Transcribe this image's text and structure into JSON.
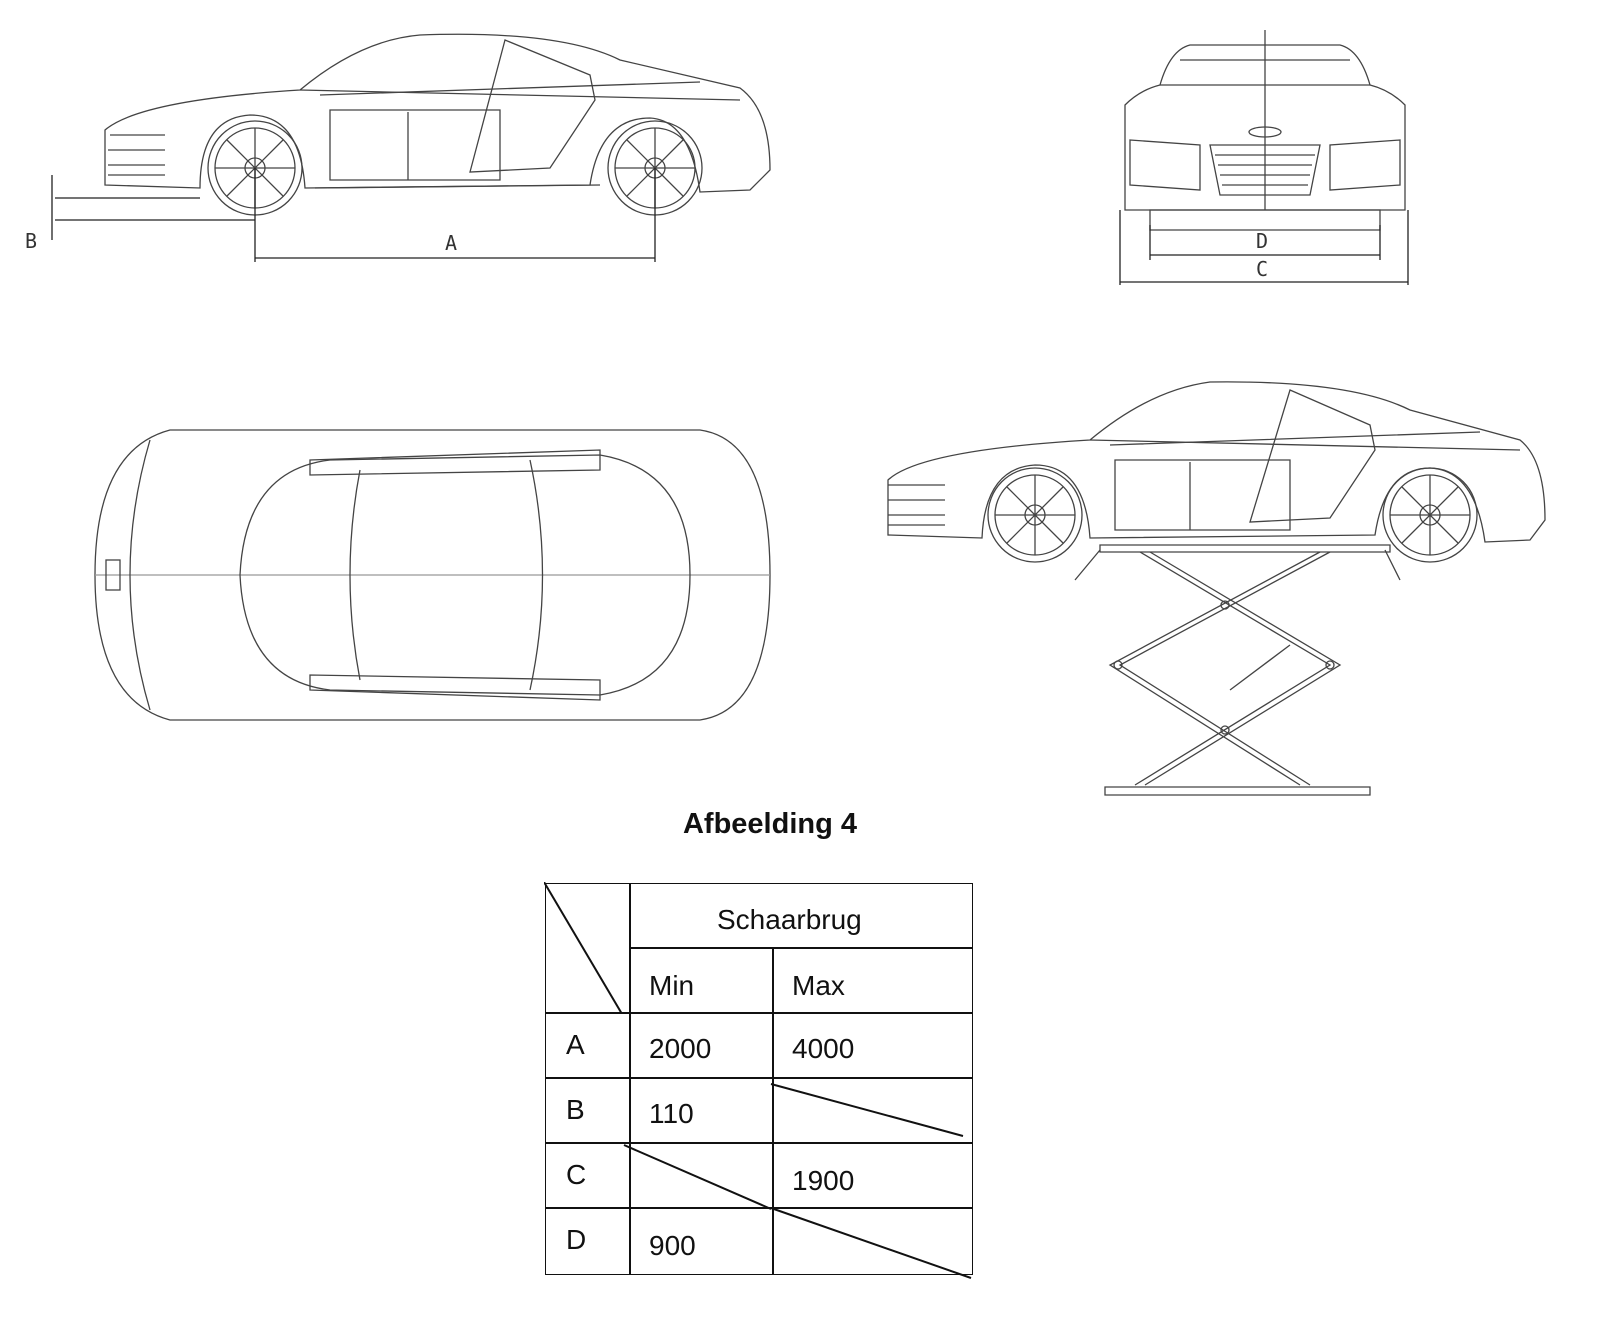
{
  "drawing": {
    "dimension_labels": {
      "a": "A",
      "b": "B",
      "c": "C",
      "d": "D"
    },
    "caption": "Afbeelding 4"
  },
  "table": {
    "group_header": "Schaarbrug",
    "col_headers": [
      "Min",
      "Max"
    ],
    "rows": [
      {
        "label": "A",
        "min": "2000",
        "max": "4000"
      },
      {
        "label": "B",
        "min": "110",
        "max": ""
      },
      {
        "label": "C",
        "min": "",
        "max": "1900"
      },
      {
        "label": "D",
        "min": "900",
        "max": ""
      }
    ]
  }
}
